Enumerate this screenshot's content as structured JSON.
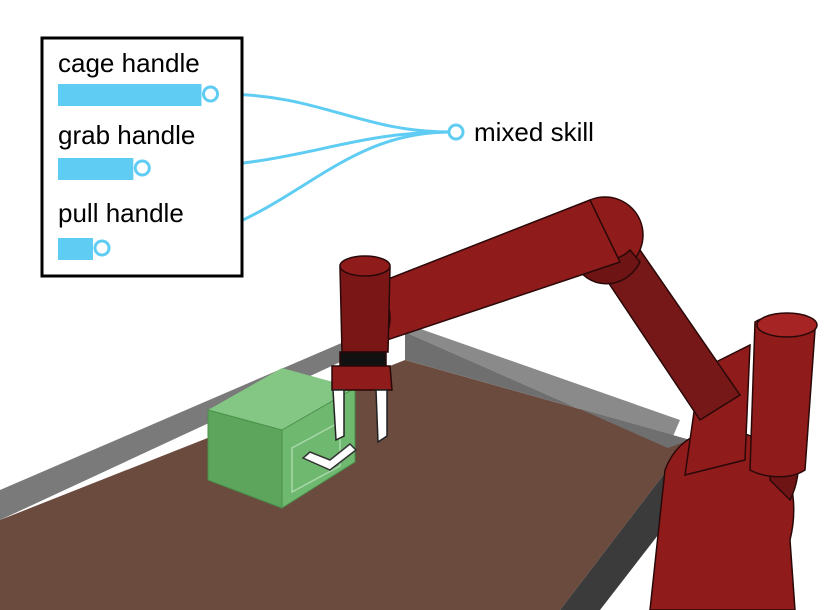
{
  "legend": {
    "skills": [
      {
        "label": "cage handle",
        "weight": 0.82
      },
      {
        "label": "grab handle",
        "weight": 0.43
      },
      {
        "label": "pull handle",
        "weight": 0.2
      }
    ]
  },
  "output": {
    "label": "mixed skill"
  },
  "colors": {
    "weight_bar": "#5fcdf3",
    "wire": "#5fcdf3",
    "table_top": "#6b4b3e",
    "table_rim": "#7a7a7a",
    "robot_red": "#8f1b1b",
    "robot_dark": "#6e1414",
    "box_green": "#6fbf6f"
  },
  "icons": {
    "robot": "robot-arm-illustration",
    "box": "green-box-with-handle",
    "gripper": "parallel-gripper"
  }
}
